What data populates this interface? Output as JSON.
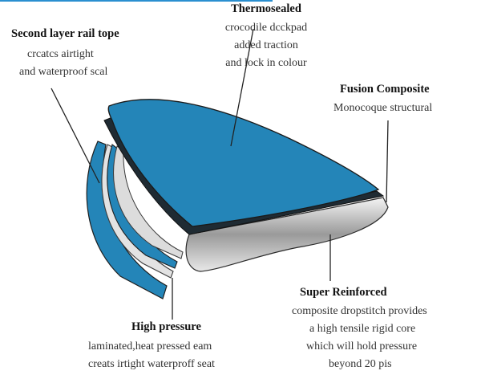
{
  "colors": {
    "deck": "#2485b8",
    "deck_dark": "#1b6f9c",
    "rail_gray": "#d9d9d9",
    "outline": "#2b2b2b",
    "accent": "#2a8fd0"
  },
  "callouts": {
    "thermosealed": {
      "title": "Thermosealed",
      "lines": [
        "crocodile dcckpad",
        "added traction",
        "and lock in colour"
      ]
    },
    "rail_tape": {
      "title": "Second layer rail tope",
      "lines": [
        "crcatcs airtight",
        "and waterproof scal"
      ]
    },
    "fusion": {
      "title": "Fusion Composite",
      "lines": [
        "Monocoque structural"
      ]
    },
    "super_reinforced": {
      "title": "Super Reinforced",
      "lines": [
        "composite dropstitch provides",
        "a high tensile rigid core",
        "which will hold pressure",
        "beyond 20 pis"
      ]
    },
    "high_pressure": {
      "title": "High pressure",
      "lines": [
        "laminated,heat pressed eam",
        "creats irtight waterproff seat"
      ]
    }
  }
}
